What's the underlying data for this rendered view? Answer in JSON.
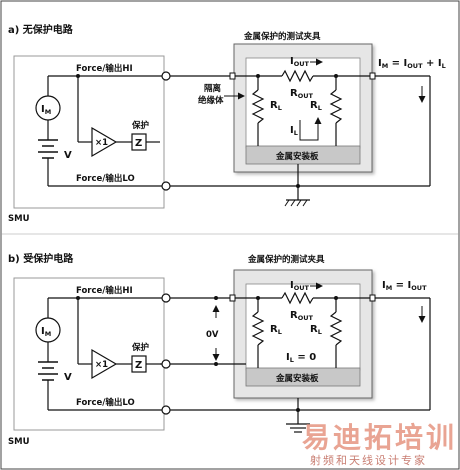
{
  "top": {
    "title": "a) 无保护电路",
    "force_label": "Force/输出HI",
    "sense_label": "Force/输出LO",
    "guard_label": "保护",
    "box_z": "Z",
    "amp_label": "×1",
    "v_label": "V",
    "smu_label": "SMU",
    "fixture_title": "金属保护的测试夹具",
    "insulator_label_1": "隔离",
    "insulator_label_2": "绝缘体",
    "plate_label": "金属安装板",
    "i_out": "I",
    "i_out_sub": "OUT",
    "r_out": "R",
    "r_out_sub": "OUT",
    "r_l_left": "R",
    "r_l_left_sub": "L",
    "r_l_right": "R",
    "r_l_right_sub": "L",
    "i_l": "I",
    "i_l_sub": "L",
    "i_m": "I",
    "i_m_sub": "M",
    "eq": "I_M = I_OUT + I_L",
    "eq_lhs": "I",
    "eq_lhs_sub": "M",
    "eq_mid": " = I",
    "eq_mid_sub": "OUT",
    "eq_rhs": " + I",
    "eq_rhs_sub": "L"
  },
  "bottom": {
    "title": "b) 受保护电路",
    "force_label": "Force/输出HI",
    "sense_label": "Force/输出LO",
    "guard_label": "保护",
    "box_z": "Z",
    "amp_label": "×1",
    "v_label": "V",
    "smu_label": "SMU",
    "fixture_title": "金属保护的测试夹具",
    "plate_label": "金属安装板",
    "zero_v": "0V",
    "i_out": "I",
    "i_out_sub": "OUT",
    "r_out": "R",
    "r_out_sub": "OUT",
    "r_l_left": "R",
    "r_l_left_sub": "L",
    "r_l_right": "R",
    "r_l_right_sub": "L",
    "i_l": "I",
    "i_l_sub": "L",
    "i_l_val": " = 0",
    "i_m": "I",
    "i_m_sub": "M",
    "eq_lhs": "I",
    "eq_lhs_sub": "M",
    "eq_mid": " = I",
    "eq_mid_sub": "OUT"
  },
  "watermark": {
    "main": "易迪拓培训",
    "sub": "射频和天线设计专家"
  },
  "colors": {
    "panel_bg": "#ffffff",
    "plate": "#c8c8c8",
    "fixture": "#e6e6e6",
    "line": "#111111",
    "watermark": "#e9a493"
  }
}
